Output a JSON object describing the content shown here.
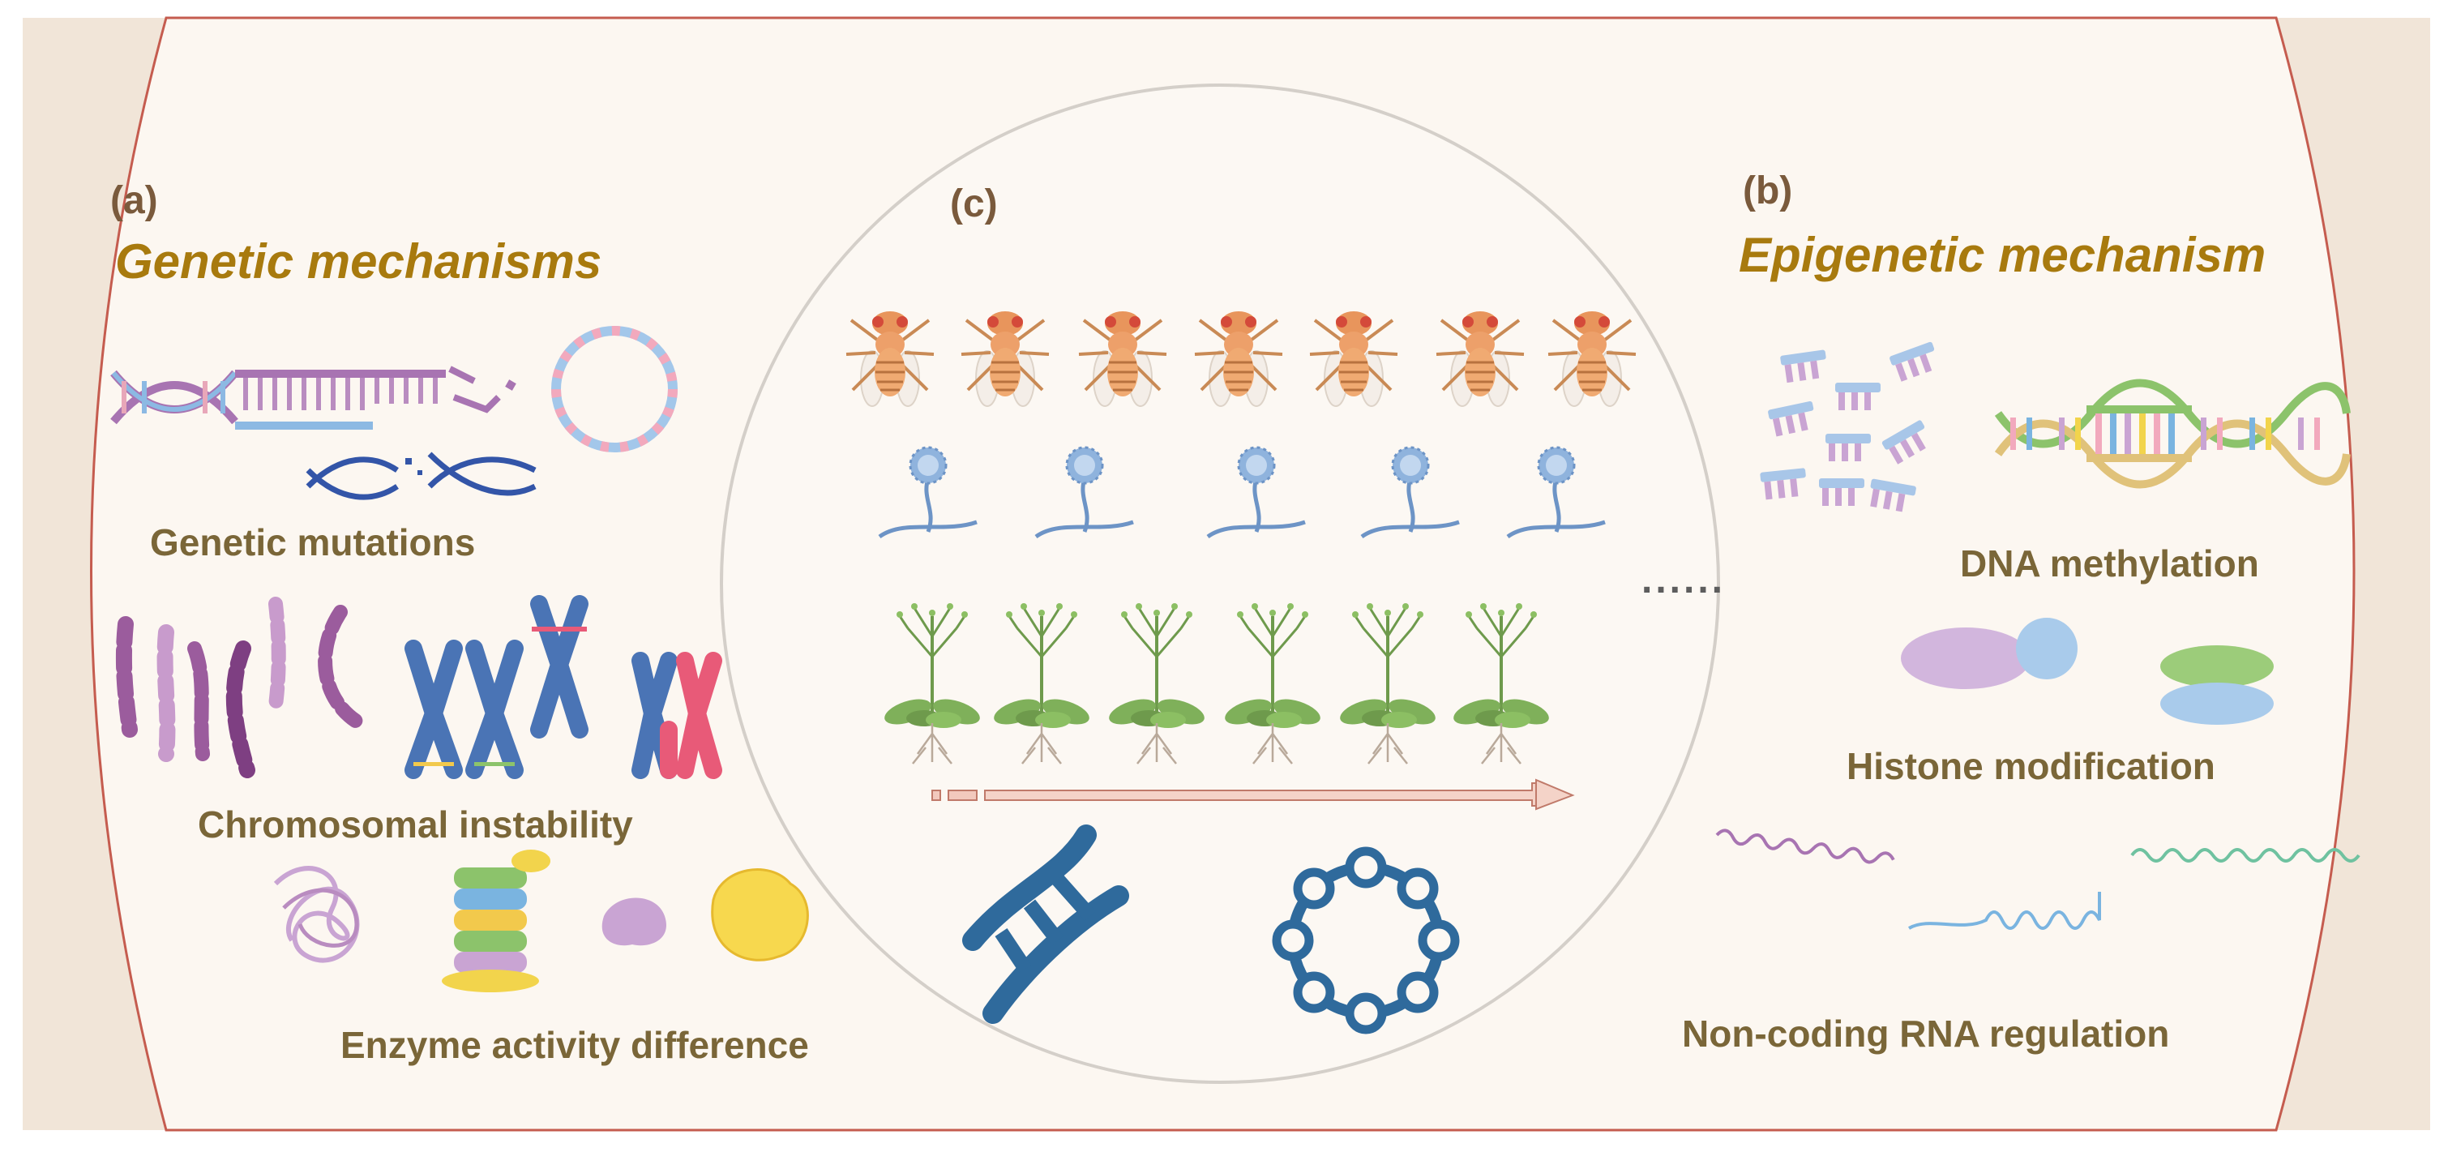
{
  "panels": {
    "a": {
      "label": "(a)",
      "title": "Genetic mechanisms",
      "items": [
        "Genetic mutations",
        "Chromosomal instability",
        "Enzyme activity difference"
      ]
    },
    "b": {
      "label": "(b)",
      "title": "Epigenetic mechanism",
      "items": [
        "DNA methylation",
        "Histone modification",
        "Non-coding RNA regulation"
      ]
    },
    "c": {
      "label": "(c)",
      "ellipsis": "......"
    }
  },
  "colors": {
    "background": "#f1e5d8",
    "panel_fill": "#fcf7f1",
    "panel_border": "#c55c4f",
    "circle_border": "#d4cfc9",
    "title": "#a87a0e",
    "caption": "#7a6638",
    "dna_blue": "#2f6a9c",
    "chromosome_blue": "#4a74b5",
    "chromosome_pink": "#e85a78",
    "chromatin_purple": "#9b5c9d",
    "fly_orange": "#e59a5c",
    "plant_green": "#7aa85c",
    "fungus_blue": "#7ea6d6"
  },
  "icons": [
    "dna-break-icon",
    "plasmid-icon",
    "chromosome-fragments-icon",
    "chromosome-pair-icon",
    "chromatin-icon",
    "nucleosome-stack-icon",
    "enzyme-blob-icon",
    "fruit-fly-icon",
    "fungus-icon",
    "arabidopsis-plant-icon",
    "generation-arrow-icon",
    "dna-helix-icon",
    "circular-dna-icon",
    "methyl-group-icon",
    "methylated-dna-icon",
    "histone-icon",
    "ncrna-strand-icon"
  ]
}
